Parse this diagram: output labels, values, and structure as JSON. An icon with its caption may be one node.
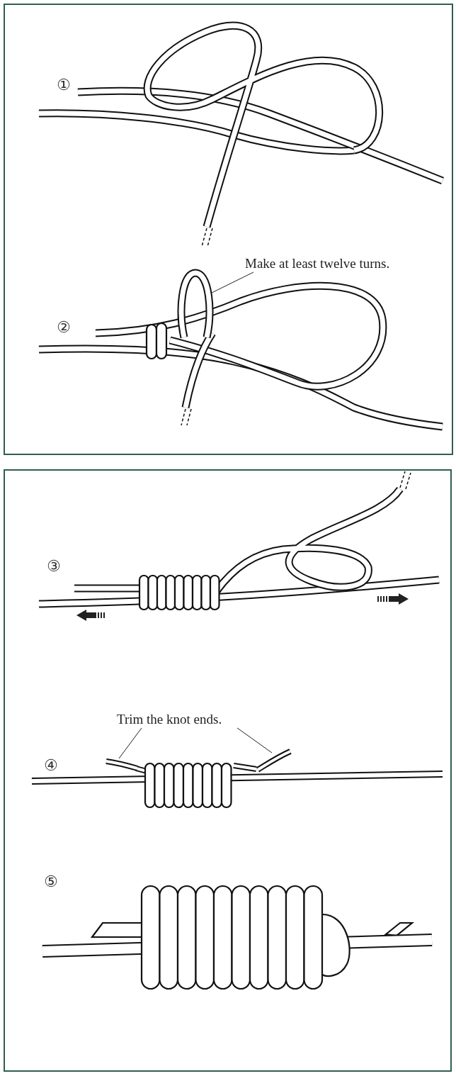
{
  "diagram": {
    "nodes": [
      {
        "text": [
          "Make at least twelve turns."
        ]
      },
      {
        "text": [],
        "shape": "picture"
      },
      {
        "text": [
          "Trim the knot ends."
        ]
      },
      {
        "text": [],
        "shape": "picture"
      },
      {
        "text": [],
        "shape": "picture"
      }
    ],
    "edges": [
      {
        "from": 0,
        "to": 1,
        "arrow": "none"
      },
      {
        "from": 2,
        "to": 3,
        "arrow": "none"
      },
      {
        "from": 2,
        "to": 4,
        "arrow": "none"
      }
    ],
    "labels": [
      "①",
      "②",
      "③",
      "④",
      "⑤"
    ]
  }
}
